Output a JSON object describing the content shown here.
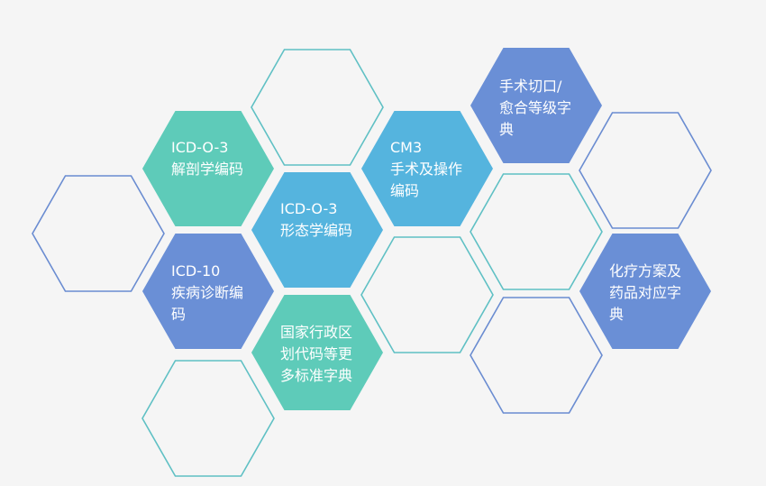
{
  "colors": {
    "background": "#f5f5f5",
    "teal": "#5ecbb9",
    "sky": "#55b4de",
    "blue": "#6a8fd6",
    "outline_teal": "#5fc0c4",
    "outline_blue": "#6a8cd1"
  },
  "hexagons": [
    {
      "name": "hex-icd-o-3-anatomy",
      "fill": "teal",
      "lines": [
        "ICD-O-3",
        "解剖学编码"
      ]
    },
    {
      "name": "hex-icd-o-3-morphology",
      "fill": "sky",
      "lines": [
        "ICD-O-3",
        "形态学编码"
      ]
    },
    {
      "name": "hex-cm3",
      "fill": "sky",
      "lines": [
        "CM3",
        "手术及操作",
        "编码"
      ]
    },
    {
      "name": "hex-surgical-incision",
      "fill": "blue",
      "lines": [
        "手术切口/",
        "愈合等级字",
        "典"
      ]
    },
    {
      "name": "hex-icd-10",
      "fill": "blue",
      "lines": [
        "ICD-10",
        "疾病诊断编",
        "码"
      ]
    },
    {
      "name": "hex-region-codes",
      "fill": "teal",
      "lines": [
        "国家行政区",
        "划代码等更",
        "多标准字典"
      ]
    },
    {
      "name": "hex-chemo-drugs",
      "fill": "blue",
      "lines": [
        "化疗方案及",
        "药品对应字",
        "典"
      ]
    }
  ]
}
